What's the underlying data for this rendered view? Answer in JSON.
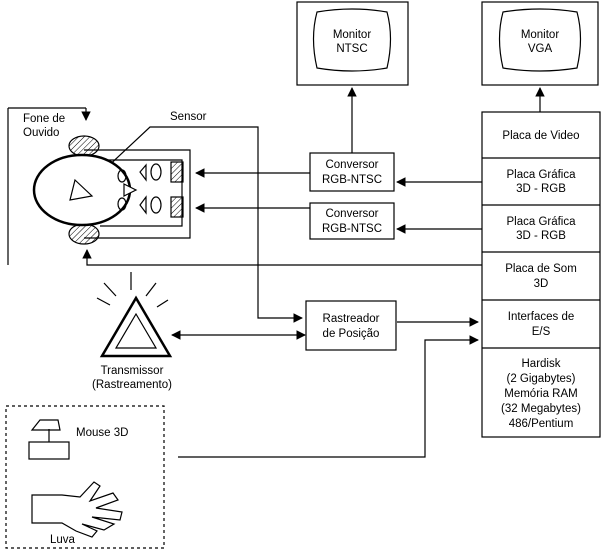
{
  "monitors": {
    "ntsc": [
      "Monitor",
      "NTSC"
    ],
    "vga": [
      "Monitor",
      "VGA"
    ]
  },
  "stack": {
    "video": [
      "Placa de Video"
    ],
    "graphics1": [
      "Placa Gráfica",
      "3D - RGB"
    ],
    "graphics2": [
      "Placa Gráfica",
      "3D - RGB"
    ],
    "sound": [
      "Placa de Som",
      "3D"
    ],
    "interfaces": [
      "Interfaces de",
      "E/S"
    ],
    "system": [
      "Hardisk",
      "(2 Gigabytes)",
      "Memória RAM",
      "(32 Megabytes)",
      "486/Pentium"
    ]
  },
  "converters": {
    "c1": [
      "Conversor",
      "RGB-NTSC"
    ],
    "c2": [
      "Conversor",
      "RGB-NTSC"
    ]
  },
  "tracker": [
    "Rastreador",
    "de Posição"
  ],
  "headset": {
    "headphone": [
      "Fone de",
      "Ouvido"
    ],
    "sensor": "Sensor"
  },
  "transmitter": [
    "Transmissor",
    "(Rastreamento)"
  ],
  "input_devices": {
    "mouse": "Mouse 3D",
    "glove": "Luva"
  }
}
